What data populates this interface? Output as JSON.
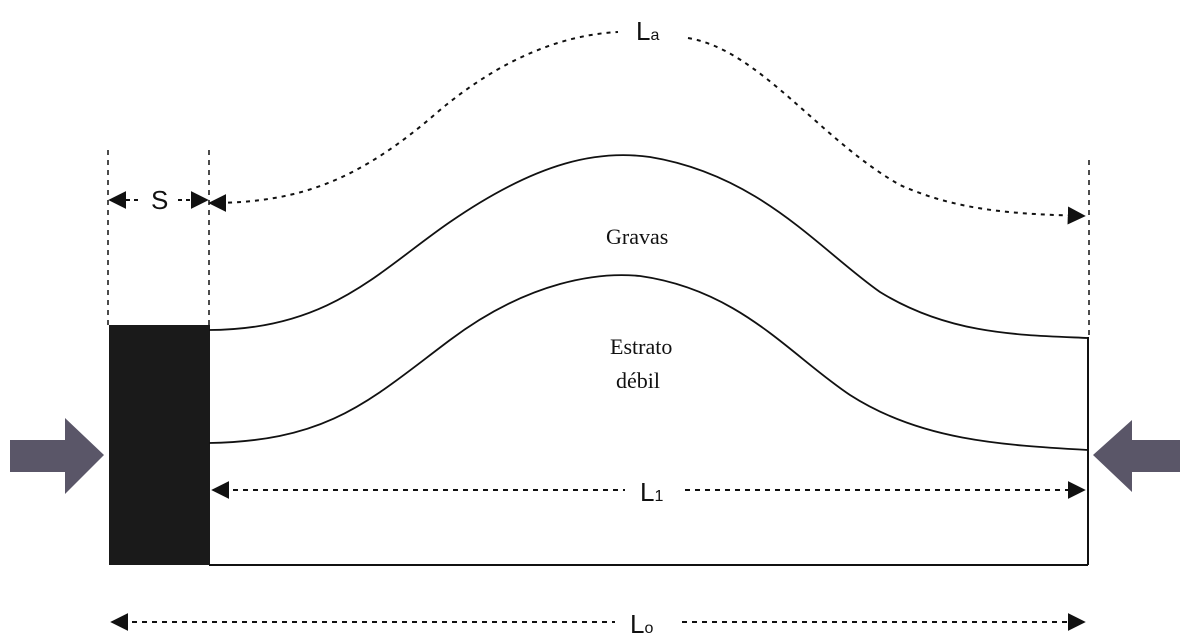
{
  "diagram": {
    "labels": {
      "s": "S",
      "la_main": "L",
      "la_sub": "a",
      "gravas": "Gravas",
      "estrato_line1": "Estrato",
      "estrato_line2": "débil",
      "l1_main": "L",
      "l1_sub": "1",
      "lo_main": "L",
      "lo_sub": "o"
    },
    "colors": {
      "line": "#111111",
      "block": "#1a1a1a",
      "arrow_fill": "#5a5668",
      "background": "#ffffff"
    },
    "icons": {
      "left_force": "arrow-right-icon",
      "right_force": "arrow-left-icon"
    }
  }
}
